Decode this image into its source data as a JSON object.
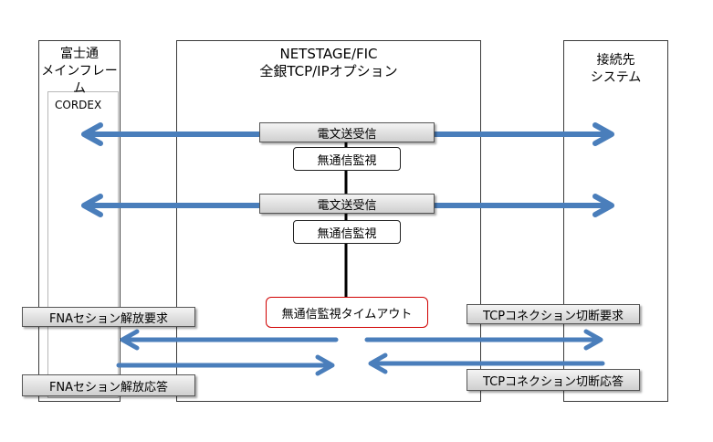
{
  "mainframe": {
    "line1": "富士通",
    "line2": "メインフレーム",
    "sub": "CORDEX"
  },
  "netstage": {
    "line1": "NETSTAGE/FIC",
    "line2": "全銀TCP/IPオプション"
  },
  "remote": {
    "line1": "接続先",
    "line2": "システム"
  },
  "messages": {
    "send_receive_1": "電文送受信",
    "no_comm_1": "無通信監視",
    "send_receive_2": "電文送受信",
    "no_comm_2": "無通信監視",
    "timeout": "無通信監視タイムアウト",
    "fna_release_request": "FNAセション解放要求",
    "fna_release_response": "FNAセション解放応答",
    "tcp_disconnect_request": "TCPコネクション切断要求",
    "tcp_disconnect_response": "TCPコネクション切断応答"
  },
  "colors": {
    "arrow": "#4a7ebb",
    "timeout_border": "#d00000"
  }
}
